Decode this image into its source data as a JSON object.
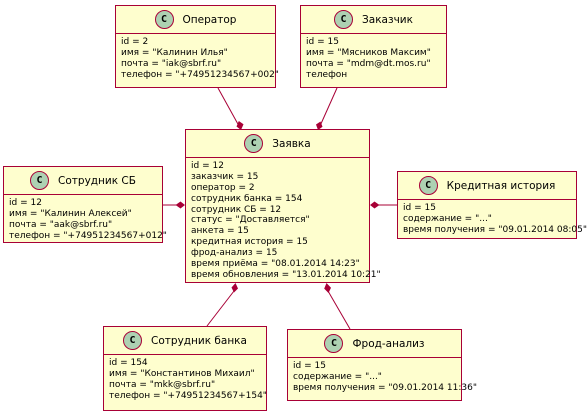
{
  "objects": {
    "operator": {
      "badge": "C",
      "name": "Оператор",
      "attrs": [
        "id = 2",
        "имя = \"Калинин Илья\"",
        "почта = \"iak@sbrf.ru\"",
        "телефон = \"+74951234567+002\""
      ]
    },
    "customer": {
      "badge": "C",
      "name": "Заказчик",
      "attrs": [
        "id = 15",
        "имя = \"Мясников Максим\"",
        "почта = \"mdm@dt.mos.ru\"",
        "телефон"
      ]
    },
    "request": {
      "badge": "C",
      "name": "Заявка",
      "attrs": [
        "id = 12",
        "заказчик = 15",
        "оператор = 2",
        "сотрудник банка = 154",
        "сотрудник СБ = 12",
        "статус = \"Доставляется\"",
        "анкета = 15",
        "кредитная история = 15",
        "фрод-анализ = 15",
        "время приёма = \"08.01.2014 14:23\"",
        "время обновления = \"13.01.2014 10:21\""
      ]
    },
    "security": {
      "badge": "C",
      "name": "Сотрудник СБ",
      "attrs": [
        "id = 12",
        "имя = \"Калинин Алексей\"",
        "почта = \"aak@sbrf.ru\"",
        "телефон = \"+74951234567+012\""
      ]
    },
    "credit": {
      "badge": "C",
      "name": "Кредитная история",
      "attrs": [
        "id = 15",
        "содержание = \"...\"",
        "время получения = \"09.01.2014 08:05\""
      ]
    },
    "employee": {
      "badge": "C",
      "name": "Сотрудник банка",
      "attrs": [
        "id = 154",
        "имя = \"Константинов Михаил\"",
        "почта = \"mkk@sbrf.ru\"",
        "телефон = \"+74951234567+154\""
      ]
    },
    "fraud": {
      "badge": "C",
      "name": "Фрод-анализ",
      "attrs": [
        "id = 15",
        "содержание = \"...\"",
        "время получения = \"09.01.2014 11:36\""
      ]
    }
  },
  "links": [
    {
      "from": "operator",
      "to": "request",
      "kind": "composition"
    },
    {
      "from": "customer",
      "to": "request",
      "kind": "composition"
    },
    {
      "from": "security",
      "to": "request",
      "kind": "composition"
    },
    {
      "from": "credit",
      "to": "request",
      "kind": "composition"
    },
    {
      "from": "employee",
      "to": "request",
      "kind": "composition"
    },
    {
      "from": "fraud",
      "to": "request",
      "kind": "composition"
    }
  ],
  "colors": {
    "fill": "#fefece",
    "border": "#a80036",
    "badge": "#add1b2",
    "line": "#a80036"
  }
}
